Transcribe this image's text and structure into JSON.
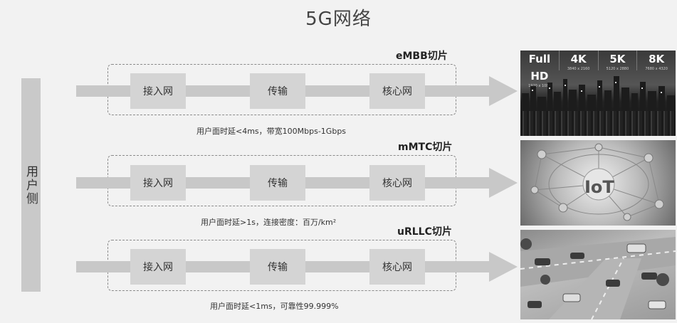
{
  "title": "5G网络",
  "user_side": "用户侧",
  "slices": [
    {
      "name": "eMBB切片",
      "nodes": [
        "接入网",
        "传输",
        "核心网"
      ],
      "note": "用户面时延<4ms，带宽100Mbps-1Gbps",
      "image": {
        "resolutions": [
          {
            "label": "Full HD",
            "sub": "1920 x 1080"
          },
          {
            "label": "4K",
            "sub": "3840 x 2160"
          },
          {
            "label": "5K",
            "sub": "5120 x 2880"
          },
          {
            "label": "8K",
            "sub": "7680 x 4320"
          }
        ]
      }
    },
    {
      "name": "mMTC切片",
      "nodes": [
        "接入网",
        "传输",
        "核心网"
      ],
      "note": "用户面时延>1s，连接密度：百万/km²",
      "image": {
        "label": "IoT"
      }
    },
    {
      "name": "uRLLC切片",
      "nodes": [
        "接入网",
        "传输",
        "核心网"
      ],
      "note": "用户面时延<1ms，可靠性99.999%",
      "image": {}
    }
  ],
  "colors": {
    "background": "#f2f2f2",
    "arrow": "#c8c8c8",
    "node": "#d4d4d4",
    "user_side": "#c9c9c9"
  }
}
